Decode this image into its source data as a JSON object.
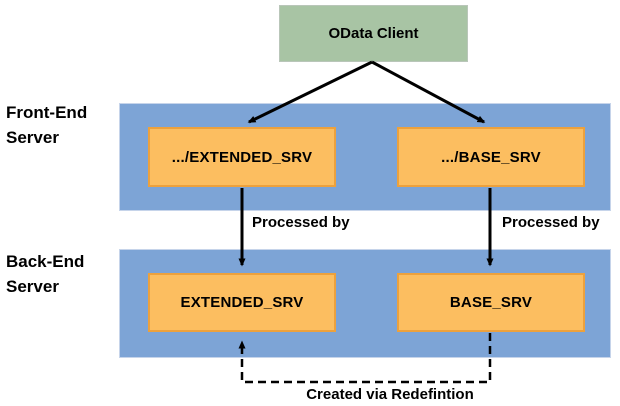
{
  "diagram": {
    "title_hint": "OData service redefinition architecture",
    "client_box": {
      "label": "OData Client"
    },
    "front_end": {
      "label_line1": "Front-End",
      "label_line2": "Server",
      "boxes": [
        {
          "label": ".../EXTENDED_SRV"
        },
        {
          "label": ".../BASE_SRV"
        }
      ]
    },
    "back_end": {
      "label_line1": "Back-End",
      "label_line2": "Server",
      "boxes": [
        {
          "label": "EXTENDED_SRV"
        },
        {
          "label": "BASE_SRV"
        }
      ]
    },
    "edge_labels": {
      "processed_by_left": "Processed by",
      "processed_by_right": "Processed by",
      "created_via": "Created via Redefintion"
    },
    "colors": {
      "client_fill": "#a8c4a4",
      "band_fill": "#7da4d6",
      "box_fill": "#fcbe60",
      "box_border": "#eda13c",
      "arrow": "#000000"
    }
  }
}
